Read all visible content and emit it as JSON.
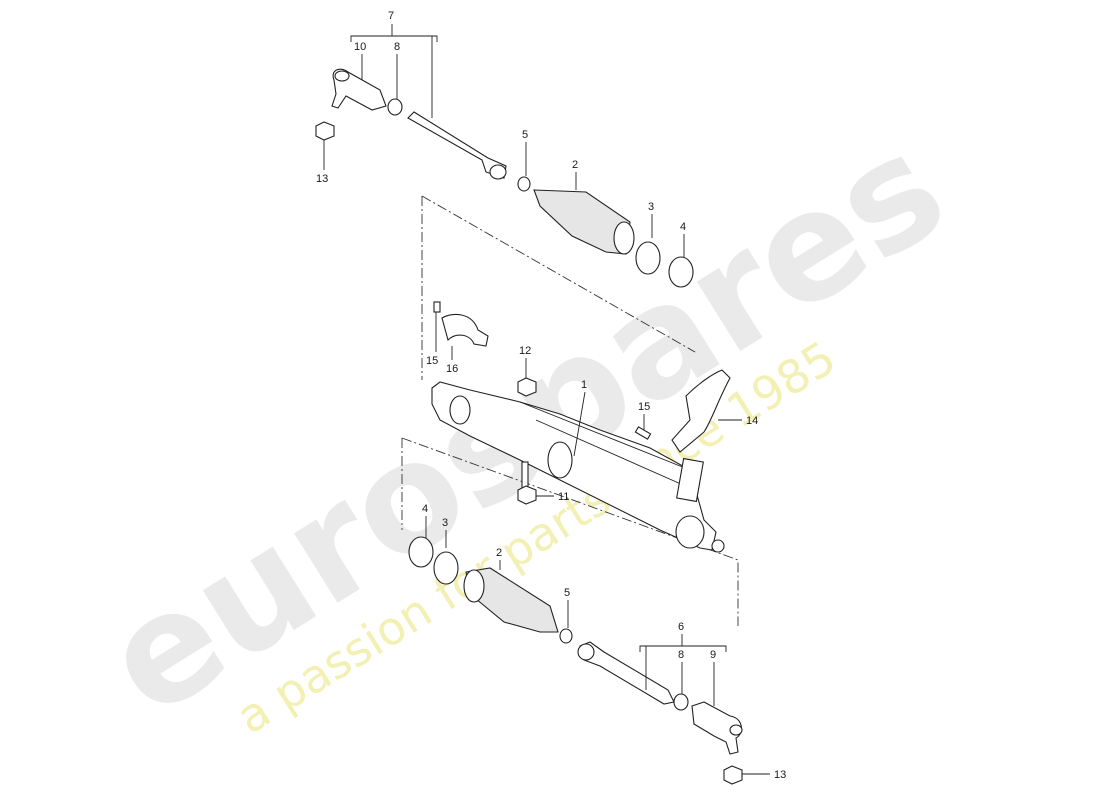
{
  "watermark": {
    "brand": "eurospares",
    "tagline": "a passion for parts since 1985"
  },
  "callouts": {
    "c1": "1",
    "c2_top": "2",
    "c2_bottom": "2",
    "c3_top": "3",
    "c3_bottom": "3",
    "c4_top": "4",
    "c4_bottom": "4",
    "c5_top": "5",
    "c5_bottom": "5",
    "c6": "6",
    "c7": "7",
    "c8_top": "8",
    "c8_bottom": "8",
    "c9": "9",
    "c10": "10",
    "c11": "11",
    "c12": "12",
    "c13_top": "13",
    "c13_bottom": "13",
    "c14": "14",
    "c15_left": "15",
    "c15_right": "15",
    "c16": "16"
  }
}
